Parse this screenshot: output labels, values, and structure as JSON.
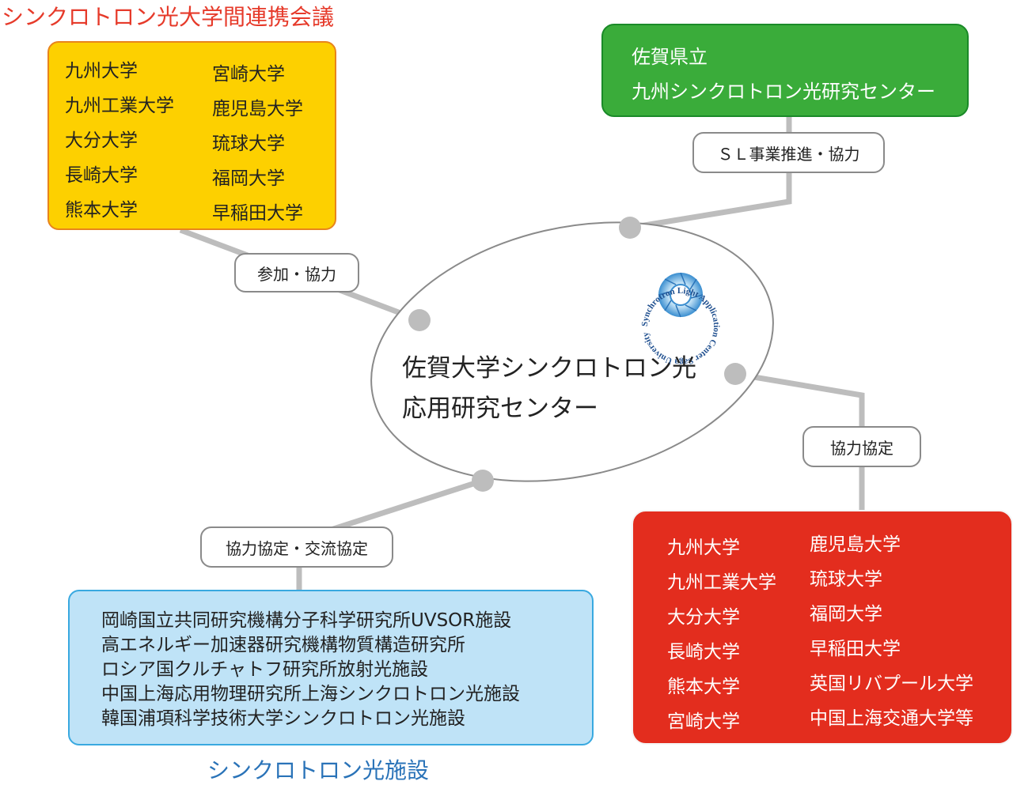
{
  "colors": {
    "consortium_fill": "#fdd000",
    "consortium_border": "#e8841c",
    "consortium_title": "#e63a2a",
    "prefecture_fill": "#3aac3a",
    "prefecture_border": "#1a8a28",
    "partners_fill": "#e32d1e",
    "facilities_fill": "#bfe3f7",
    "facilities_border": "#39a9e0",
    "facilities_title": "#2a73b8",
    "connector": "#bdbdbd",
    "ellipse_stroke": "#8a8a8a"
  },
  "center": {
    "title_line1": "佐賀大学シンクロトロン光",
    "title_line2": "応用研究センター",
    "logo_ring_text": "Synchrotron Light Application Center Saga University"
  },
  "consortium": {
    "title": "シンクロトロン光大学間連携会議",
    "col1": [
      "九州大学",
      "九州工業大学",
      "大分大学",
      "長崎大学",
      "熊本大学"
    ],
    "col2": [
      "宮崎大学",
      "鹿児島大学",
      "琉球大学",
      "福岡大学",
      "早稲田大学"
    ],
    "link_label": "参加・協力"
  },
  "prefecture": {
    "line1": "佐賀県立",
    "line2": "九州シンクロトロン光研究センター",
    "link_label": "ＳＬ事業推進・協力"
  },
  "partners": {
    "col1": [
      "九州大学",
      "九州工業大学",
      "大分大学",
      "長崎大学",
      "熊本大学",
      "宮崎大学"
    ],
    "col2": [
      "鹿児島大学",
      "琉球大学",
      "福岡大学",
      "早稲田大学",
      "英国リバプール大学",
      "中国上海交通大学等"
    ],
    "link_label": "協力協定"
  },
  "facilities": {
    "title": "シンクロトロン光施設",
    "items": [
      "岡崎国立共同研究機構分子科学研究所UVSOR施設",
      "高エネルギー加速器研究機構物質構造研究所",
      "ロシア国クルチャトフ研究所放射光施設",
      "中国上海応用物理研究所上海シンクロトロン光施設",
      "韓国浦項科学技術大学シンクロトロン光施設"
    ],
    "link_label": "協力協定・交流協定"
  }
}
